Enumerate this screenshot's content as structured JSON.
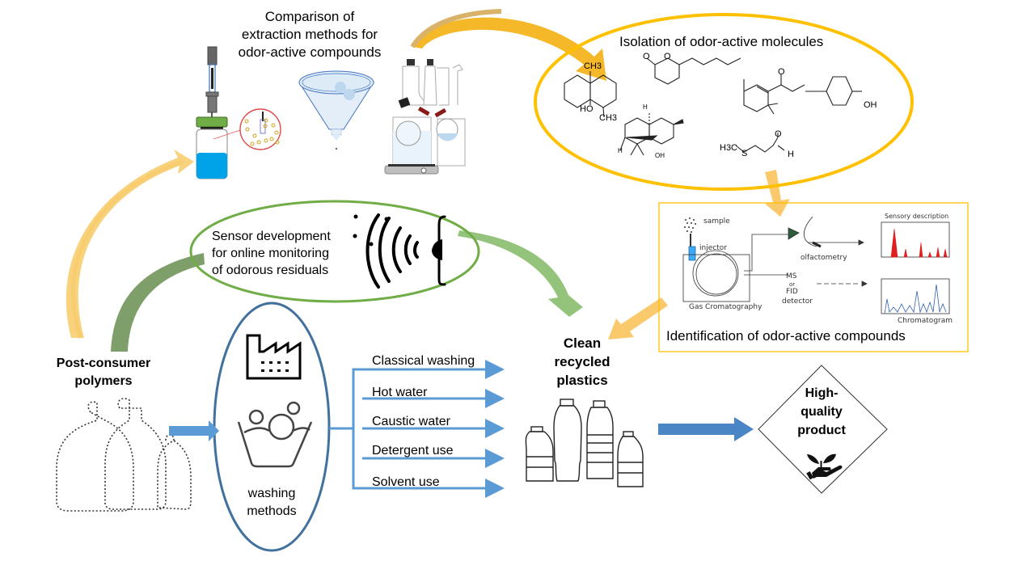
{
  "diagram": {
    "extraction": {
      "title_lines": [
        "Comparison of",
        "extraction methods for",
        "odor-active compounds"
      ]
    },
    "isolation": {
      "title": "Isolation of odor-active molecules",
      "molecule_labels": {
        "m1_ch3_top": "CH3",
        "m1_ho": "HO",
        "m1_ch3_bottom": "CH3",
        "m2_o1": "O",
        "m2_o2": "O",
        "m3_o": "O",
        "m4_oh": "OH",
        "m5_h_top": "H",
        "m5_h_left": "H",
        "m5_oh": "OH",
        "m6_h3c": "H3C",
        "m6_s": "S",
        "m6_o": "O",
        "m6_h": "H"
      }
    },
    "identification": {
      "title": "Identification of odor-active compounds",
      "sketch_labels": {
        "sample": "sample",
        "injector": "injector",
        "olfactometry": "olfactometry",
        "ms": "MS",
        "or": "or",
        "fid": "FID",
        "detector": "detector",
        "gc": "Gas Cromatography",
        "sensory": "Sensory description",
        "chromatogram": "Chromatogram"
      }
    },
    "sensor": {
      "title_lines": [
        "Sensor development",
        "for online monitoring",
        "of odorous residuals"
      ]
    },
    "source": {
      "title_lines": [
        "Post-consumer",
        "polymers"
      ]
    },
    "washing": {
      "title_lines": [
        "washing",
        "methods"
      ],
      "methods": [
        "Classical washing",
        "Hot water",
        "Caustic water",
        "Detergent use",
        "Solvent use"
      ]
    },
    "clean": {
      "title_lines": [
        "Clean",
        "recycled",
        "plastics"
      ]
    },
    "product": {
      "title_lines": [
        "High-",
        "quality",
        "product"
      ]
    },
    "icons": [
      "syringe-vial-icon",
      "funnel-icon",
      "distillation-apparatus-icon",
      "factory-icon",
      "washing-basin-icon",
      "sound-wave-icon",
      "nose-icon",
      "plastic-bottles-icon",
      "hand-plant-icon"
    ],
    "colors": {
      "yellow_arrow": "#FFC000",
      "yellow_arrow_light": "#F9C96B",
      "green_ellipse": "#70AD47",
      "green_arrow": "#8DBF6B",
      "green_arrow_dark": "#7F9F6A",
      "blue_ellipse": "#41719C",
      "blue_arrow": "#5B9BD5",
      "box_border": "#FFC000",
      "vial_blue": "#00A2E8",
      "vial_cap": "#70AD47"
    }
  }
}
